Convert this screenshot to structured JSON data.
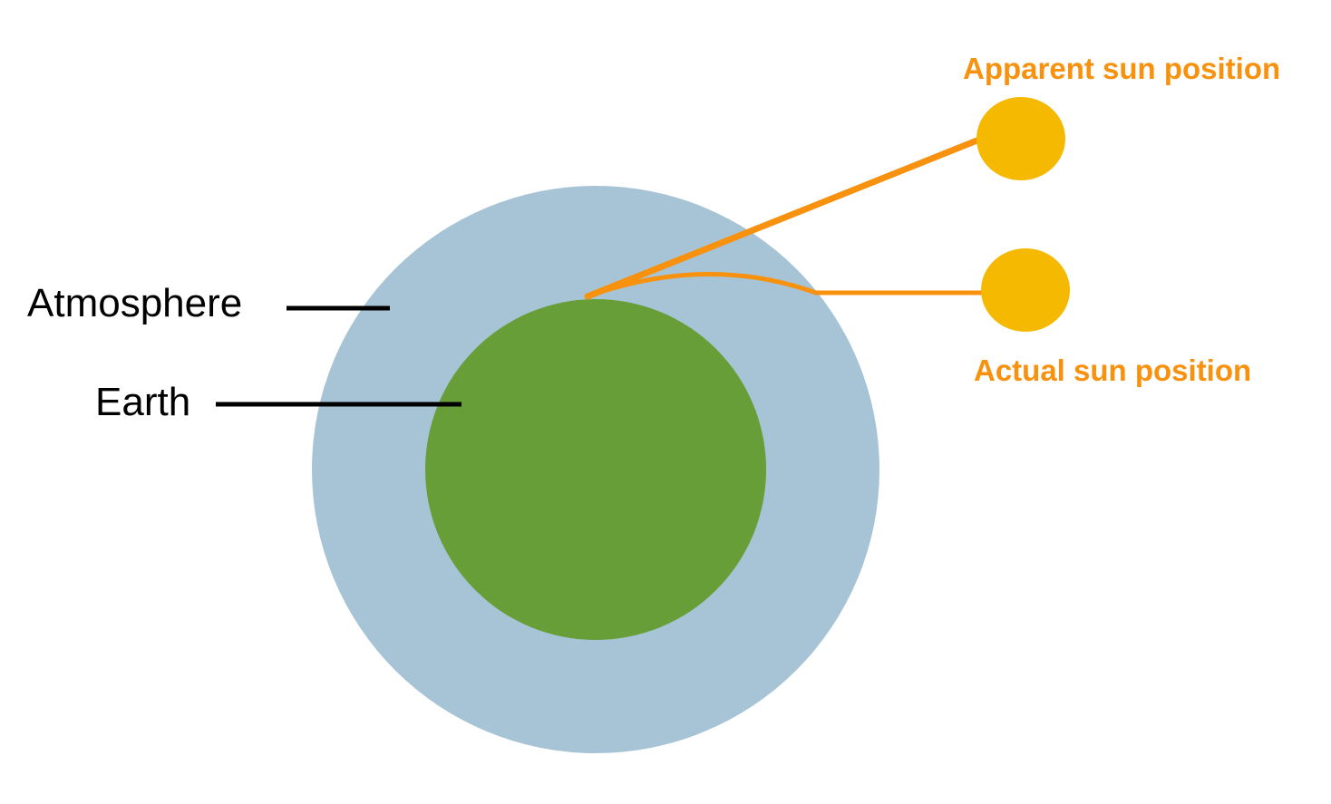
{
  "labels": {
    "atmosphere": "Atmosphere",
    "earth": "Earth",
    "apparent_sun": "Apparent sun position",
    "actual_sun": "Actual sun position"
  },
  "colors": {
    "atmosphere": "#a7c4d6",
    "earth": "#679e37",
    "sun": "#f6b901",
    "ray": "#f7910e",
    "label_orange": "#f7910e",
    "leader_line": "#000000"
  }
}
